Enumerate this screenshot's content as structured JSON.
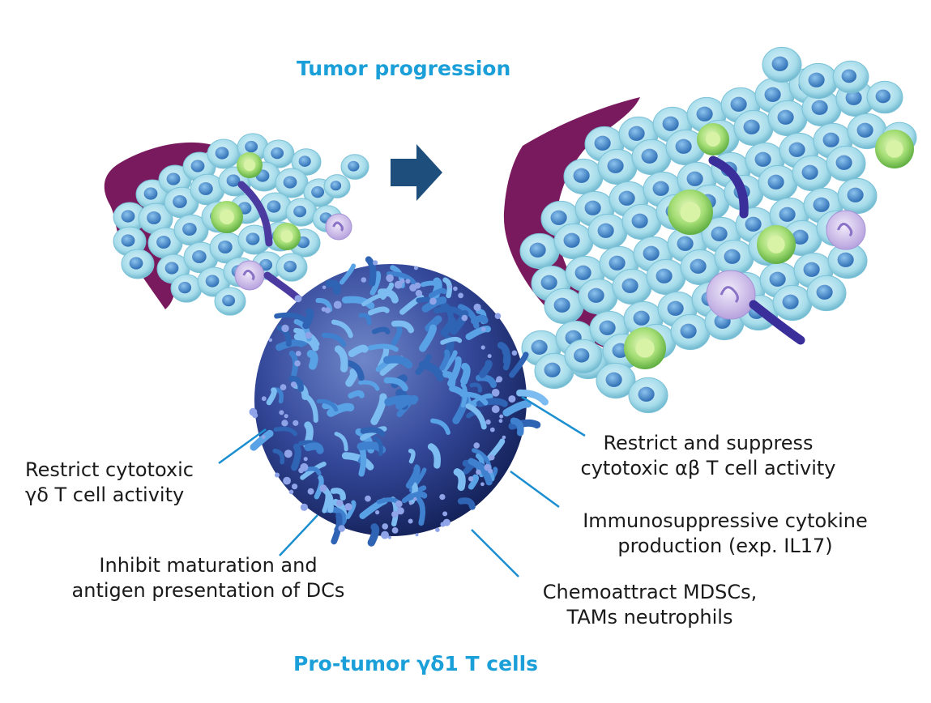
{
  "title": "Tumor progression",
  "subtitle": "Pro-tumor γδ1 T cells",
  "annotations": [
    {
      "id": "restrict-gd",
      "lines": [
        "Restrict cytotoxic",
        "γδ T cell activity"
      ]
    },
    {
      "id": "inhibit-dc",
      "lines": [
        "Inhibit maturation and",
        "antigen presentation of DCs"
      ]
    },
    {
      "id": "restrict-ab",
      "lines": [
        "Restrict and suppress",
        "cytotoxic αβ T cell activity"
      ]
    },
    {
      "id": "cytokine",
      "lines": [
        "Immunosuppressive cytokine",
        "production (exp. IL17)"
      ]
    },
    {
      "id": "mdsc",
      "lines": [
        "Chemoattract MDSCs,",
        "TAMs neutrophils"
      ]
    }
  ],
  "colors": {
    "title": "#1b9fd9",
    "arrow": "#1d4e7c",
    "tumor_cell": "#a6dcea",
    "nucleus": "#3e86c7",
    "green_cell": "#8fd36a",
    "vessel": "#7a1a5e",
    "immune_cell": "#c9b8e8",
    "tcell": "#243a86"
  }
}
